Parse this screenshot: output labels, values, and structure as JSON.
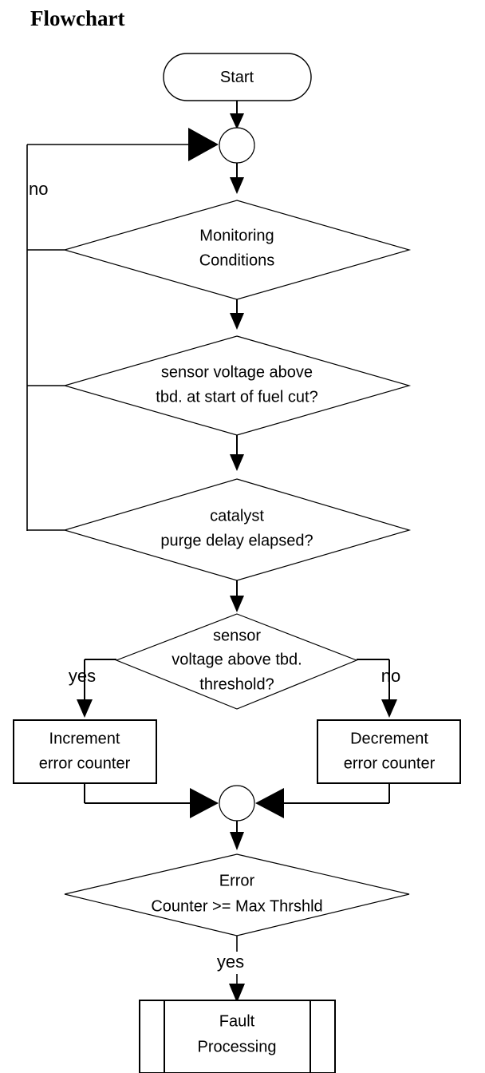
{
  "title": "Flowchart",
  "chart_data": {
    "type": "diagram",
    "diagram_kind": "flowchart",
    "title": "Flowchart",
    "nodes": [
      {
        "id": "start",
        "shape": "terminator",
        "label": "Start"
      },
      {
        "id": "merge_top",
        "shape": "connector-circle",
        "label": ""
      },
      {
        "id": "d_monitor",
        "shape": "decision",
        "label_line1": "Monitoring",
        "label_line2": "Conditions"
      },
      {
        "id": "d_fuelcut",
        "shape": "decision",
        "label_line1": "sensor voltage above",
        "label_line2": "tbd. at start of fuel cut?"
      },
      {
        "id": "d_purge",
        "shape": "decision",
        "label_line1": "catalyst",
        "label_line2": "purge delay elapsed?"
      },
      {
        "id": "d_threshold",
        "shape": "decision",
        "label_line1": "sensor",
        "label_line2": "voltage above tbd.",
        "label_line3": "threshold?"
      },
      {
        "id": "inc",
        "shape": "process",
        "label_line1": "Increment",
        "label_line2": "error counter"
      },
      {
        "id": "dec",
        "shape": "process",
        "label_line1": "Decrement",
        "label_line2": "error counter"
      },
      {
        "id": "merge_bot",
        "shape": "connector-circle",
        "label": ""
      },
      {
        "id": "d_error",
        "shape": "decision",
        "label_line1": "Error",
        "label_line2": "Counter >= Max Thrshld"
      },
      {
        "id": "fault",
        "shape": "predefined-process",
        "label_line1": "Fault",
        "label_line2": "Processing"
      }
    ],
    "edges": [
      {
        "from": "start",
        "to": "merge_top",
        "label": ""
      },
      {
        "from": "merge_top",
        "to": "d_monitor",
        "label": ""
      },
      {
        "from": "d_monitor",
        "to": "d_fuelcut",
        "label": ""
      },
      {
        "from": "d_monitor",
        "to": "merge_top",
        "label": "no"
      },
      {
        "from": "d_fuelcut",
        "to": "d_purge",
        "label": ""
      },
      {
        "from": "d_fuelcut",
        "to": "merge_top",
        "label": "no"
      },
      {
        "from": "d_purge",
        "to": "d_threshold",
        "label": ""
      },
      {
        "from": "d_purge",
        "to": "merge_top",
        "label": "no"
      },
      {
        "from": "d_threshold",
        "to": "inc",
        "label": "yes"
      },
      {
        "from": "d_threshold",
        "to": "dec",
        "label": "no"
      },
      {
        "from": "inc",
        "to": "merge_bot",
        "label": ""
      },
      {
        "from": "dec",
        "to": "merge_bot",
        "label": ""
      },
      {
        "from": "merge_bot",
        "to": "d_error",
        "label": ""
      },
      {
        "from": "d_error",
        "to": "fault",
        "label": "yes"
      }
    ],
    "edge_labels": [
      "no",
      "yes",
      "no",
      "yes"
    ],
    "colors": {
      "stroke": "#000000",
      "fill": "#ffffff",
      "text": "#000000",
      "background": "#ffffff"
    }
  },
  "nodes": {
    "start": {
      "label": "Start"
    },
    "monitor": {
      "line1": "Monitoring",
      "line2": "Conditions"
    },
    "fuelcut": {
      "line1": "sensor voltage above",
      "line2": "tbd. at start of fuel cut?"
    },
    "purge": {
      "line1": "catalyst",
      "line2": "purge delay elapsed?"
    },
    "threshold": {
      "line1": "sensor",
      "line2": "voltage above tbd.",
      "line3": "threshold?"
    },
    "increment": {
      "line1": "Increment",
      "line2": "error counter"
    },
    "decrement": {
      "line1": "Decrement",
      "line2": "error counter"
    },
    "error": {
      "line1": "Error",
      "line2": "Counter >= Max Thrshld"
    },
    "fault": {
      "line1": "Fault",
      "line2": "Processing"
    }
  },
  "labels": {
    "loop_no": "no",
    "threshold_yes": "yes",
    "threshold_no": "no",
    "error_yes": "yes"
  }
}
